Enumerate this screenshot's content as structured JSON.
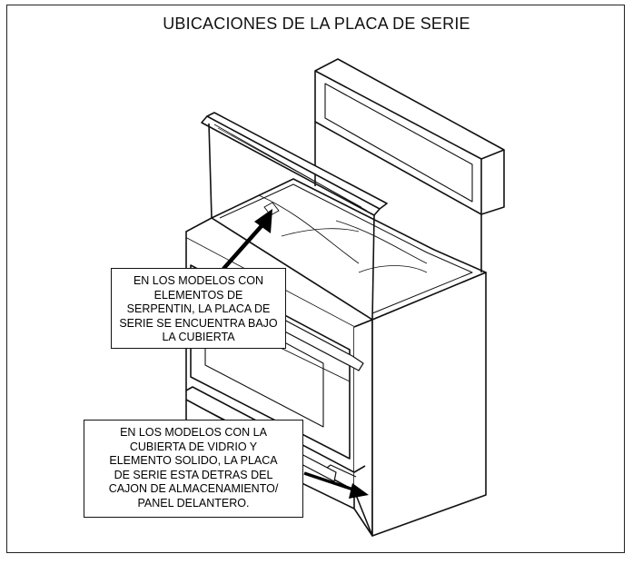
{
  "title": "UBICACIONES DE LA PLACA DE SERIE",
  "callout_top": {
    "lines": [
      "EN LOS MODELOS CON",
      "ELEMENTOS DE",
      "SERPENTIN, LA PLACA DE",
      "SERIE SE ENCUENTRA BAJO",
      "LA CUBIERTA"
    ]
  },
  "callout_bottom": {
    "lines": [
      "EN LOS MODELOS CON LA",
      "CUBIERTA DE VIDRIO Y",
      "ELEMENTO SOLIDO, LA PLACA",
      "DE SERIE ESTA DETRAS DEL",
      "CAJON DE ALMACENAMIENTO/",
      "PANEL DELANTERO."
    ]
  }
}
